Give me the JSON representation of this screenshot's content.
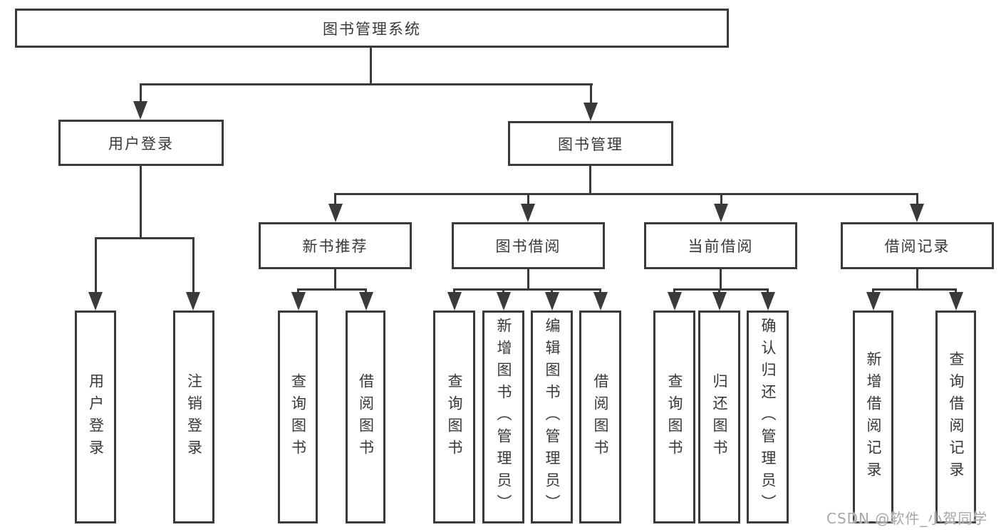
{
  "tree": {
    "root": {
      "label": "图书管理系统"
    },
    "branches": [
      {
        "label": "用户登录",
        "children": [
          {
            "label": "用户登录"
          },
          {
            "label": "注销登录"
          }
        ]
      },
      {
        "label": "图书管理",
        "children": [
          {
            "label": "新书推荐",
            "children": [
              {
                "label": "查询图书"
              },
              {
                "label": "借阅图书"
              }
            ]
          },
          {
            "label": "图书借阅",
            "children": [
              {
                "label": "查询图书"
              },
              {
                "label": "新增图书（管理员）"
              },
              {
                "label": "编辑图书（管理员）"
              },
              {
                "label": "借阅图书"
              }
            ]
          },
          {
            "label": "当前借阅",
            "children": [
              {
                "label": "查询图书"
              },
              {
                "label": "归还图书"
              },
              {
                "label": "确认归还（管理员）"
              }
            ]
          },
          {
            "label": "借阅记录",
            "children": [
              {
                "label": "新增借阅记录"
              },
              {
                "label": "查询借阅记录"
              }
            ]
          }
        ]
      }
    ]
  },
  "watermark": "CSDN @软件_小贺同学",
  "colors": {
    "line": "#3a3a3a",
    "text": "#383838",
    "watermark": "#a8a8a8",
    "background": "#ffffff"
  }
}
